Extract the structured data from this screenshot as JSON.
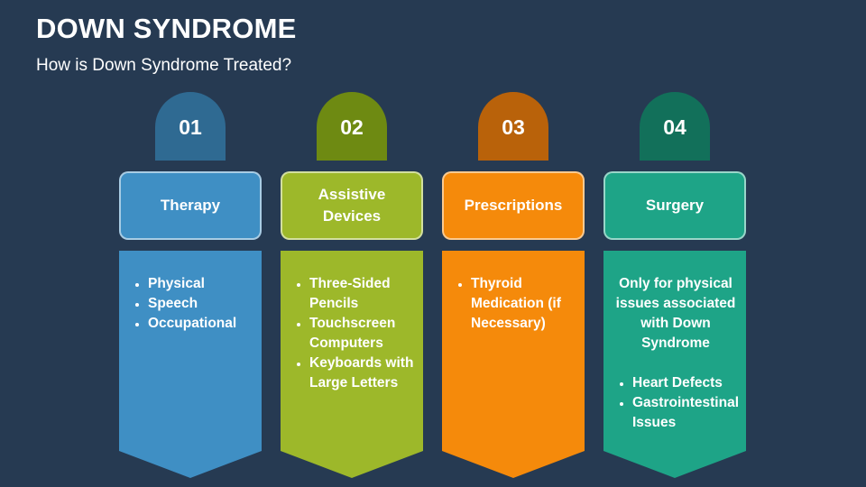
{
  "slide": {
    "title": "DOWN SYNDROME",
    "subtitle": "How is Down Syndrome Treated?"
  },
  "columns": [
    {
      "number": "01",
      "heading": "Therapy",
      "color_tab": "#2f6a92",
      "color_main": "#3f8fc4",
      "items": [
        "Physical",
        "Speech",
        "Occupational"
      ]
    },
    {
      "number": "02",
      "heading_line1": "Assistive",
      "heading_line2": "Devices",
      "color_tab": "#6e8a12",
      "color_main": "#9db82a",
      "items": [
        "Three-Sided Pencils",
        "Touchscreen Computers",
        "Keyboards with Large Letters"
      ]
    },
    {
      "number": "03",
      "heading": "Prescriptions",
      "color_tab": "#b9620a",
      "color_main": "#f58a0b",
      "items": [
        "Thyroid Medication (if Necessary)"
      ]
    },
    {
      "number": "04",
      "heading": "Surgery",
      "color_tab": "#12705a",
      "color_main": "#1ea487",
      "intro": "Only for physical issues associated with Down Syndrome",
      "items": [
        "Heart Defects",
        "Gastrointestinal Issues"
      ]
    }
  ]
}
